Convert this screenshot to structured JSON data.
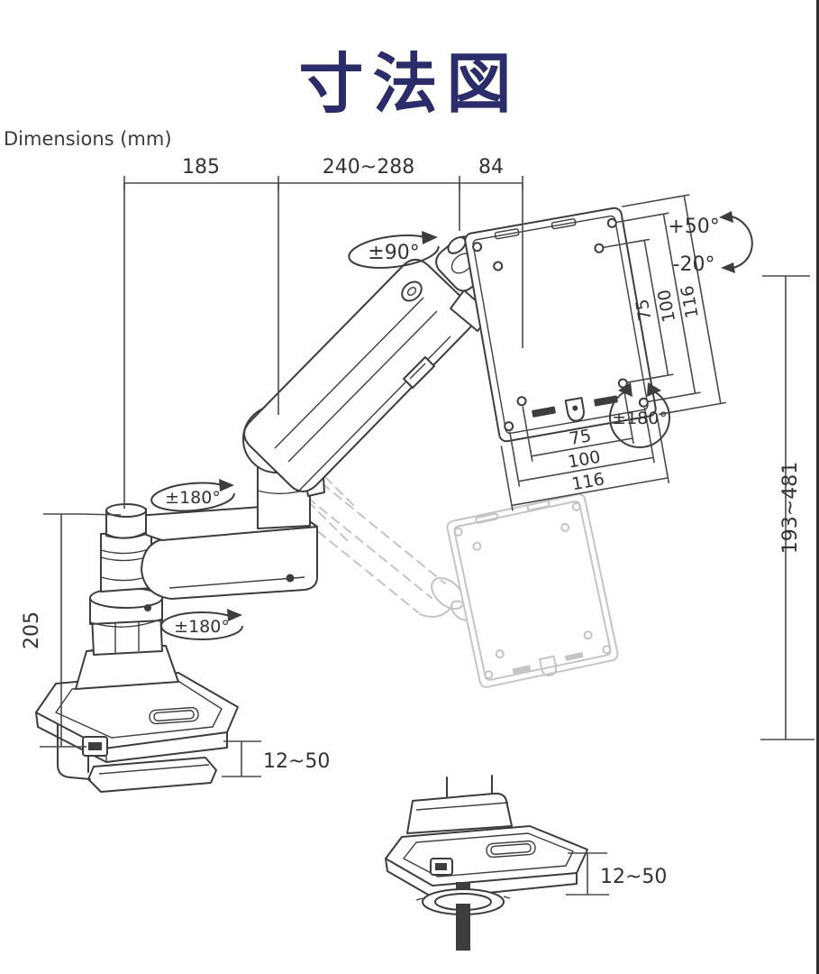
{
  "page": {
    "title": "寸法図",
    "subtitle": "Dimensions (mm)"
  },
  "colors": {
    "title_navy": "#2b2c6b",
    "line_dark": "#3d3d3d",
    "dim_gray": "#4a4a4a",
    "ghost_gray": "#c4c4c4",
    "background": "#ffffff"
  },
  "dimensions": {
    "top_left": "185",
    "top_middle": "240~288",
    "top_right": "84",
    "pole_height": "205",
    "height_range": "193~481",
    "clamp_thickness": "12~50",
    "grommet_thickness": "12~50",
    "vesa_side": [
      "75",
      "100",
      "116"
    ],
    "vesa_bottom": [
      "75",
      "100",
      "116"
    ]
  },
  "angles": {
    "head_swivel": "±90°",
    "tilt_up": "+50°",
    "tilt_down": "-20°",
    "vesa_rotation": "±180°",
    "arm_swivel": "±180°",
    "base_swivel": "±180°"
  }
}
